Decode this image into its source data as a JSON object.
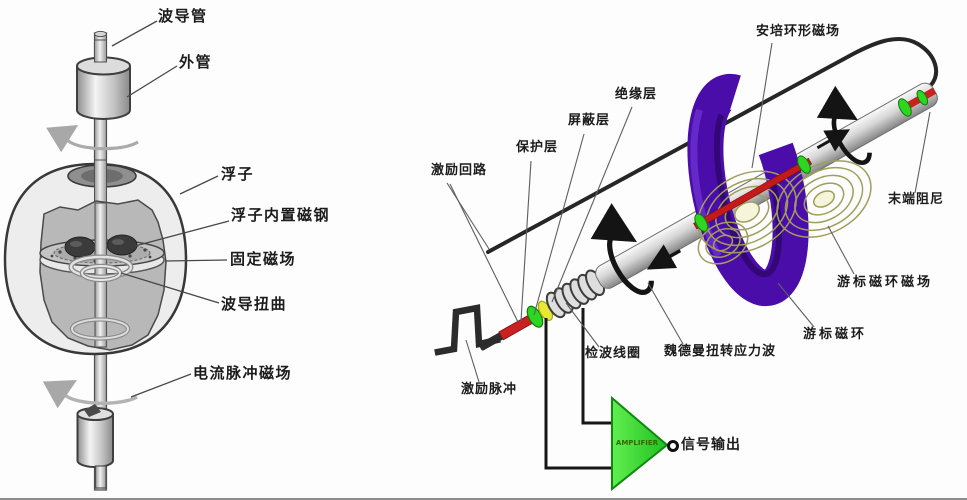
{
  "left_diagram": {
    "labels": {
      "waveguide_tube": "波导管",
      "outer_tube": "外管",
      "float": "浮子",
      "float_internal_magnet": "浮子内置磁钢",
      "fixed_magnetic_field": "固定磁场",
      "waveguide_twist": "波导扭曲",
      "current_pulse_field": "电流脉冲磁场"
    }
  },
  "right_diagram": {
    "labels": {
      "excitation_loop": "激励回路",
      "protective_layer": "保护层",
      "shielding_layer": "屏蔽层",
      "insulation_layer": "绝缘层",
      "ampere_ring_field": "安培环形磁场",
      "end_damping": "末端阻尼",
      "cursor_ring_field": "游标磁环磁场",
      "cursor_magnet_ring": "游标磁环",
      "detection_coil": "检波线圈",
      "wiedemann_wave": "魏德曼扭转应力波",
      "excitation_pulse": "激励脉冲",
      "amplifier": "AMPLIFIER",
      "signal_output": "信号输出"
    }
  },
  "colors": {
    "torus_purple": "#4b0daa",
    "tube_silver": "#c9c9c9",
    "waveguide_red": "#c41a1a",
    "ring_green": "#2ed622",
    "ring_yellow": "#e8e832",
    "field_line_olive": "#9f9f5a",
    "amplifier_green": "#3ddd3d",
    "label_text": "#1c1c1c"
  }
}
